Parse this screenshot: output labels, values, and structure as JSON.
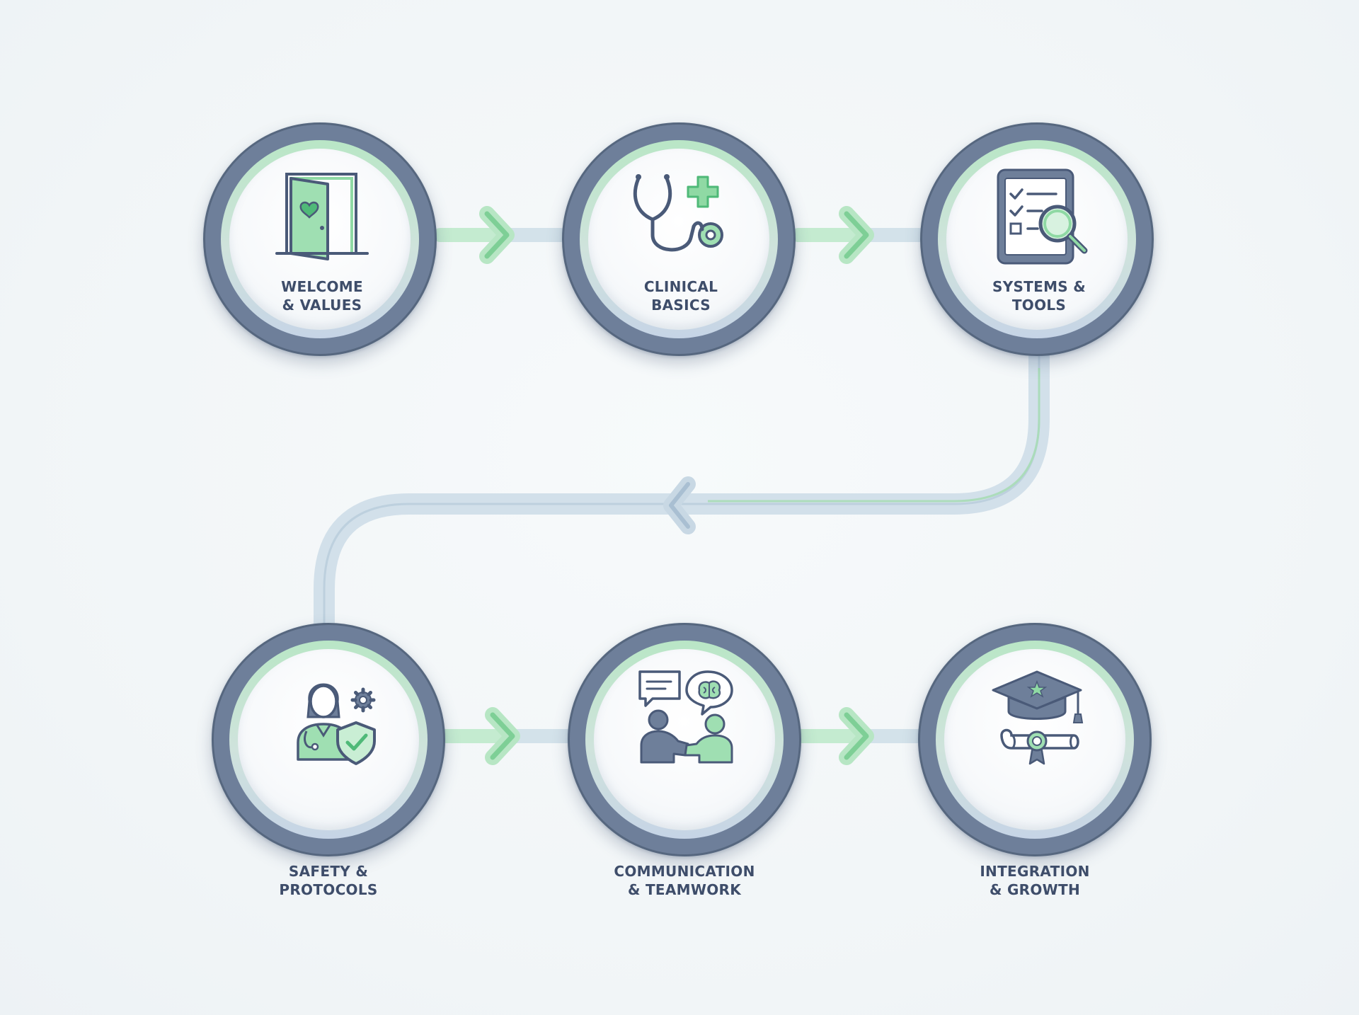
{
  "steps": [
    {
      "line1": "WELCOME",
      "line2": "& VALUES",
      "icon": "door-heart-icon"
    },
    {
      "line1": "CLINICAL",
      "line2": "BASICS",
      "icon": "stethoscope-plus-icon"
    },
    {
      "line1": "SYSTEMS &",
      "line2": "TOOLS",
      "icon": "tablet-checklist-magnifier-icon"
    },
    {
      "line1": "SAFETY &",
      "line2": "PROTOCOLS",
      "icon": "nurse-shield-gear-icon"
    },
    {
      "line1": "COMMUNICATION",
      "line2": "& TEAMWORK",
      "icon": "handshake-speech-icon"
    },
    {
      "line1": "INTEGRATION",
      "line2": "& GROWTH",
      "icon": "graduation-cap-diploma-icon"
    }
  ],
  "colors": {
    "navy": "#4a5a78",
    "navy_dark": "#56677f",
    "green": "#8fd9a4",
    "green_dark": "#4fb978",
    "connector": "#cfdde8",
    "text": "#3e4d6a"
  }
}
